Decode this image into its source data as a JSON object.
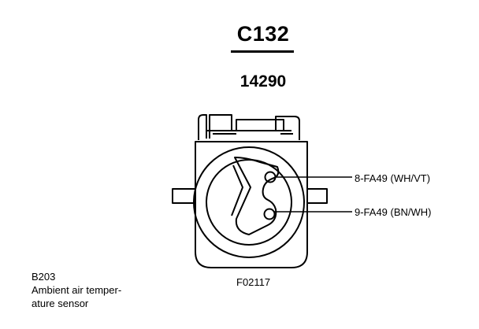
{
  "connector": {
    "id": "C132",
    "part_number": "14290"
  },
  "pins": [
    {
      "label": "8-FA49 (WH/VT)"
    },
    {
      "label": "9-FA49 (BN/WH)"
    }
  ],
  "figure_code": "F02117",
  "component": {
    "code": "B203",
    "description_line1": "Ambient air temper-",
    "description_line2": "ature sensor"
  }
}
